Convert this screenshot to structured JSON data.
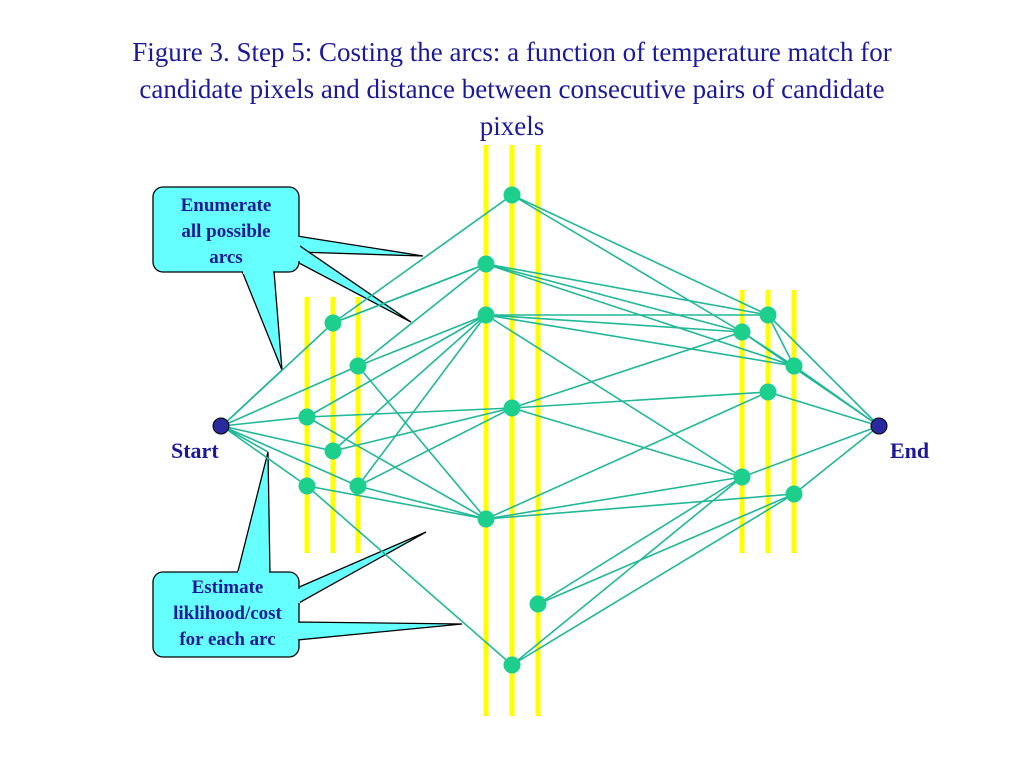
{
  "title": {
    "line1": "Figure 3. Step 5: Costing the arcs: a function of temperature match for",
    "line2": "candidate pixels and distance between consecutive pairs of candidate",
    "line3": "pixels"
  },
  "labels": {
    "start": "Start",
    "end": "End"
  },
  "callouts": {
    "top": {
      "line1": "Enumerate",
      "line2": "all possible",
      "line3": "arcs"
    },
    "bottom": {
      "line1": "Estimate",
      "line2": "liklihood/cost",
      "line3": "for each arc"
    }
  },
  "colors": {
    "title": "#1a1a99",
    "arc": "#20b898",
    "node": "#1ccf8c",
    "endpoint": "#2a2aa0",
    "column": "#ffff00",
    "callout_fill": "#66ffff"
  }
}
